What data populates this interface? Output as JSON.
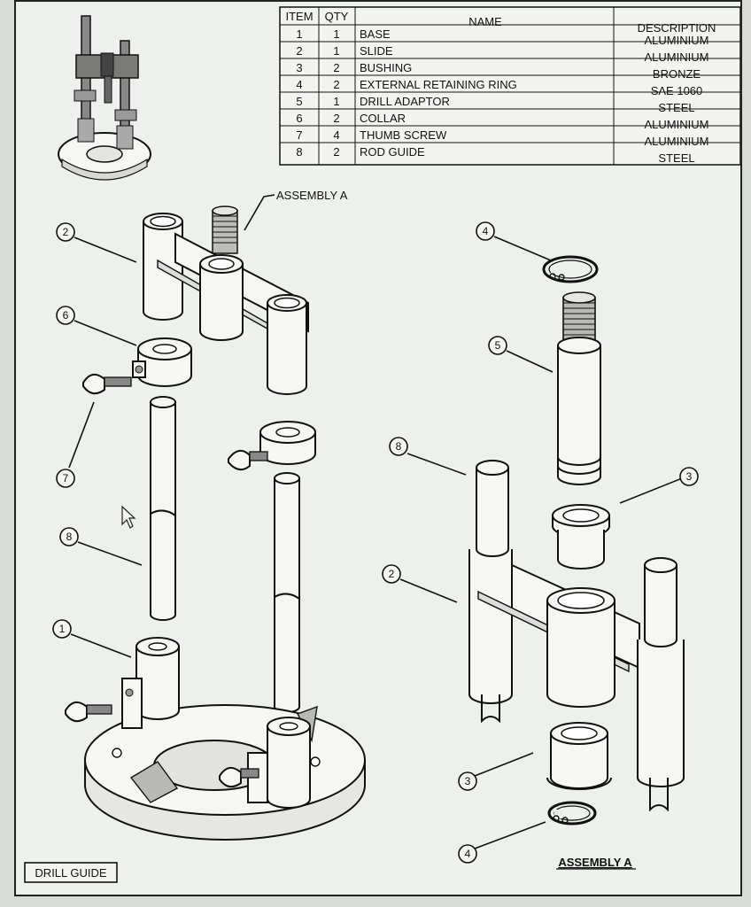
{
  "table": {
    "headers": {
      "item": "ITEM",
      "qty": "QTY",
      "name": "NAME",
      "description": "DESCRIPTION"
    },
    "rows": [
      {
        "item": "1",
        "qty": "1",
        "name": "BASE",
        "description": "ALUMINIUM"
      },
      {
        "item": "2",
        "qty": "1",
        "name": "SLIDE",
        "description": "ALUMINIUM"
      },
      {
        "item": "3",
        "qty": "2",
        "name": "BUSHING",
        "description": "BRONZE"
      },
      {
        "item": "4",
        "qty": "2",
        "name": "EXTERNAL RETAINING RING",
        "description": "SAE 1060"
      },
      {
        "item": "5",
        "qty": "1",
        "name": "DRILL ADAPTOR",
        "description": "STEEL"
      },
      {
        "item": "6",
        "qty": "2",
        "name": "COLLAR",
        "description": "ALUMINIUM"
      },
      {
        "item": "7",
        "qty": "4",
        "name": "THUMB SCREW",
        "description": "ALUMINIUM"
      },
      {
        "item": "8",
        "qty": "2",
        "name": "ROD GUIDE",
        "description": "STEEL"
      }
    ]
  },
  "labels": {
    "assembly_callout": "ASSEMBLY A",
    "assembly_title": "ASSEMBLY A",
    "drawing_title": "DRILL GUIDE"
  },
  "balloons": {
    "left": [
      "2",
      "6",
      "7",
      "8",
      "1"
    ],
    "right": [
      "4",
      "5",
      "8",
      "3",
      "2",
      "3",
      "4"
    ]
  }
}
